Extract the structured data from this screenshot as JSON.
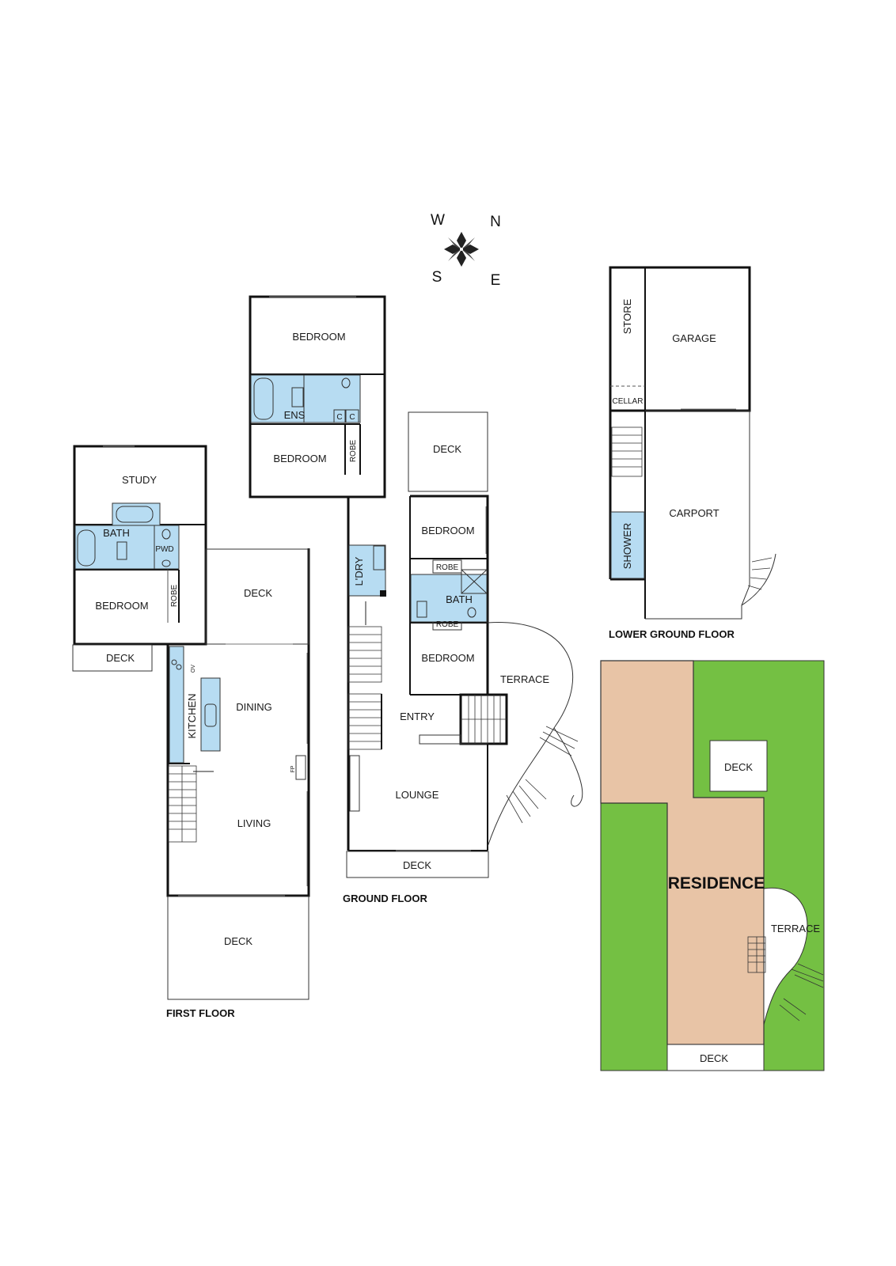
{
  "compass": {
    "w": "W",
    "n": "N",
    "s": "S",
    "e": "E"
  },
  "first_floor": {
    "title": "FIRST FLOOR",
    "rooms": {
      "study": "STUDY",
      "bath": "BATH",
      "pwd": "PWD",
      "bedroom": "BEDROOM",
      "robe": "ROBE",
      "deck_small": "DECK",
      "deck_side": "DECK",
      "kitchen": "KITCHEN",
      "ov": "OV",
      "dining": "DINING",
      "fp": "FP",
      "living": "LIVING",
      "deck_bottom": "DECK"
    }
  },
  "ground_floor": {
    "title": "GROUND FLOOR",
    "rooms": {
      "bedroom_top": "BEDROOM",
      "ens": "ENS",
      "c1": "C",
      "c2": "C",
      "bedroom_2": "BEDROOM",
      "robe": "ROBE",
      "deck_box": "DECK",
      "ldry": "L'DRY",
      "bedroom_3": "BEDROOM",
      "robe_a": "ROBE",
      "bath": "BATH",
      "robe_b": "ROBE",
      "bedroom_4": "BEDROOM",
      "terrace": "TERRACE",
      "entry": "ENTRY",
      "lounge": "LOUNGE",
      "deck_bottom": "DECK"
    }
  },
  "lower_ground_floor": {
    "title": "LOWER GROUND FLOOR",
    "rooms": {
      "store": "STORE",
      "garage": "GARAGE",
      "cellar": "CELLAR",
      "carport": "CARPORT",
      "shower": "SHOWER"
    }
  },
  "site_plan": {
    "residence": "RESIDENCE",
    "deck_top": "DECK",
    "terrace": "TERRACE",
    "deck_bottom": "DECK"
  },
  "colors": {
    "wet_area": "#b7dcf2",
    "lawn": "#74c043",
    "residence": "#e8c4a6"
  }
}
